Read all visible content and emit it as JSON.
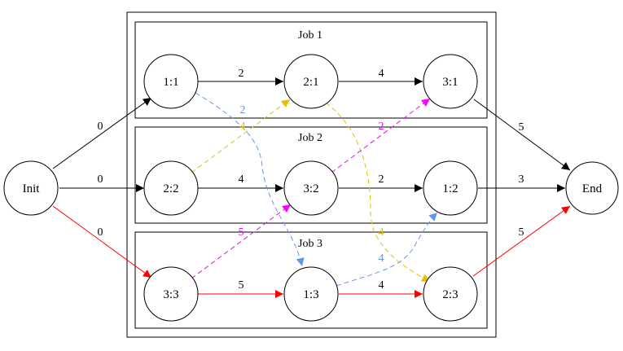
{
  "palette": {
    "black": "#000000",
    "red": "#ff0000",
    "blue": "#6495ed",
    "yellow": "#e6c000",
    "magenta": "#ff00ff"
  },
  "clusters": [
    {
      "id": "job1",
      "label": "Job 1"
    },
    {
      "id": "job2",
      "label": "Job 2"
    },
    {
      "id": "job3",
      "label": "Job 3"
    }
  ],
  "nodes": [
    {
      "id": "init",
      "label": "Init"
    },
    {
      "id": "end",
      "label": "End"
    },
    {
      "id": "n11",
      "label": "1:1"
    },
    {
      "id": "n21",
      "label": "2:1"
    },
    {
      "id": "n31",
      "label": "3:1"
    },
    {
      "id": "n22",
      "label": "2:2"
    },
    {
      "id": "n32",
      "label": "3:2"
    },
    {
      "id": "n12",
      "label": "1:2"
    },
    {
      "id": "n33",
      "label": "3:3"
    },
    {
      "id": "n13",
      "label": "1:3"
    },
    {
      "id": "n23",
      "label": "2:3"
    }
  ],
  "edges": [
    {
      "id": "init-n11",
      "from": "Init",
      "to": "1:1",
      "label": "0",
      "color": "black",
      "style": "solid"
    },
    {
      "id": "init-n22",
      "from": "Init",
      "to": "2:2",
      "label": "0",
      "color": "black",
      "style": "solid"
    },
    {
      "id": "init-n33",
      "from": "Init",
      "to": "3:3",
      "label": "0",
      "color": "red",
      "style": "solid"
    },
    {
      "id": "n11-n21",
      "from": "1:1",
      "to": "2:1",
      "label": "2",
      "color": "black",
      "style": "solid"
    },
    {
      "id": "n21-n31",
      "from": "2:1",
      "to": "3:1",
      "label": "4",
      "color": "black",
      "style": "solid"
    },
    {
      "id": "n22-n32",
      "from": "2:2",
      "to": "3:2",
      "label": "4",
      "color": "black",
      "style": "solid"
    },
    {
      "id": "n32-n12",
      "from": "3:2",
      "to": "1:2",
      "label": "2",
      "color": "black",
      "style": "solid"
    },
    {
      "id": "n33-n13",
      "from": "3:3",
      "to": "1:3",
      "label": "5",
      "color": "red",
      "style": "solid"
    },
    {
      "id": "n13-n23",
      "from": "1:3",
      "to": "2:3",
      "label": "4",
      "color": "red",
      "style": "solid"
    },
    {
      "id": "n31-end",
      "from": "3:1",
      "to": "End",
      "label": "5",
      "color": "black",
      "style": "solid"
    },
    {
      "id": "n12-end",
      "from": "1:2",
      "to": "End",
      "label": "3",
      "color": "black",
      "style": "solid"
    },
    {
      "id": "n23-end",
      "from": "2:3",
      "to": "End",
      "label": "5",
      "color": "red",
      "style": "solid"
    },
    {
      "id": "n11-n13",
      "from": "1:1",
      "to": "1:3",
      "label": "2",
      "color": "blue",
      "style": "dashed"
    },
    {
      "id": "n13-n12",
      "from": "1:3",
      "to": "1:2",
      "label": "4",
      "color": "blue",
      "style": "dashed"
    },
    {
      "id": "n22-n21",
      "from": "2:2",
      "to": "2:1",
      "label": "4",
      "color": "yellow",
      "style": "dashed"
    },
    {
      "id": "n21-n23",
      "from": "2:1",
      "to": "2:3",
      "label": "4",
      "color": "yellow",
      "style": "dashed"
    },
    {
      "id": "n33-n32",
      "from": "3:3",
      "to": "3:2",
      "label": "5",
      "color": "magenta",
      "style": "dashed"
    },
    {
      "id": "n32-n31",
      "from": "3:2",
      "to": "3:1",
      "label": "2",
      "color": "magenta",
      "style": "dashed"
    }
  ]
}
